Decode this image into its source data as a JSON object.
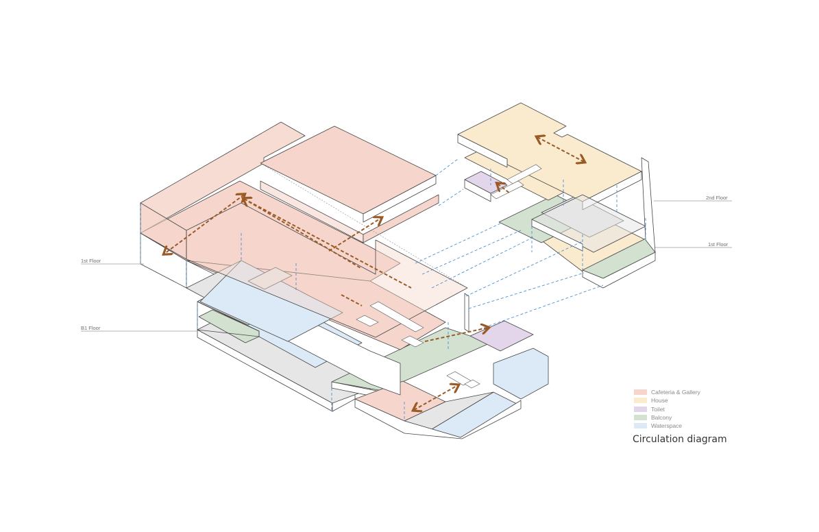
{
  "floor_labels": {
    "left_1st": "1st Floor",
    "left_b1": "B1 Floor",
    "right_2nd": "2nd Floor",
    "right_1st": "1st Floor"
  },
  "legend": [
    {
      "label": "Cafeteria & Gallery",
      "color": "#f6d6cc"
    },
    {
      "label": "House",
      "color": "#faebcf"
    },
    {
      "label": "Toilet",
      "color": "#e3d6ea"
    },
    {
      "label": "Balcony",
      "color": "#d2e1d0"
    },
    {
      "label": "Waterspace",
      "color": "#dbeaf6"
    }
  ],
  "title": "Circulation diagram",
  "colors": {
    "cafeteria": "#f6d6cc",
    "house": "#faebcf",
    "toilet": "#e3d6ea",
    "balcony": "#d2e1d0",
    "water": "#dbeaf6",
    "gray": "#e6e6e6",
    "arrow": "#9a5a26",
    "projection": "#4a90d0",
    "edge": "#444444"
  }
}
